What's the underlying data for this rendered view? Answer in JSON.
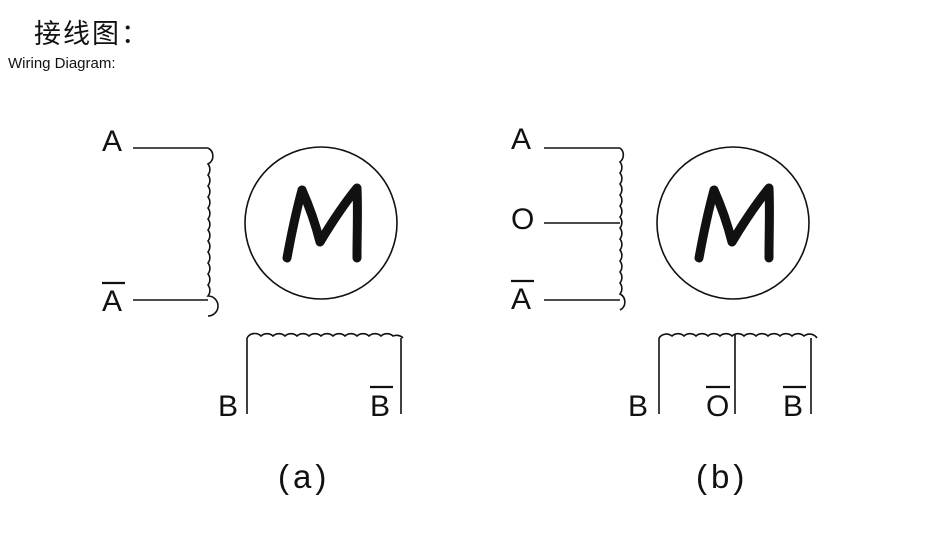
{
  "header": {
    "title_cn": "接线图：",
    "title_en": "Wiring Diagram:"
  },
  "diagram_a": {
    "caption": "(a)",
    "motor_letter": "M",
    "labels": {
      "a_top": "A",
      "a_bar": "A",
      "b_left": "B",
      "b_bar": "B"
    }
  },
  "diagram_b": {
    "caption": "(b)",
    "motor_letter": "M",
    "labels": {
      "a_top": "A",
      "o_mid": "O",
      "a_bar": "A",
      "b_left": "B",
      "o_bar": "O",
      "b_bar": "B"
    }
  },
  "colors": {
    "ink": "#111111",
    "background": "#ffffff"
  }
}
